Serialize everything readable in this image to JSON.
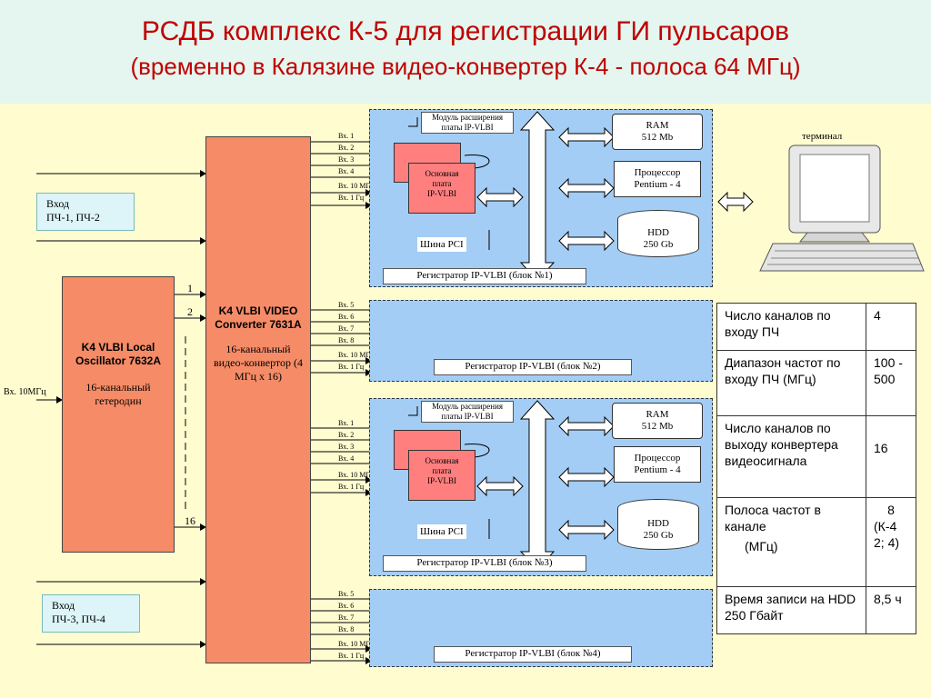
{
  "title": "РСДБ комплекс К-5 для регистрации ГИ пульсаров",
  "subtitle": "(временно в Калязине видео-конвертер К-4 - полоса 64 МГц)",
  "input_top": {
    "line1": "Вход",
    "line2": "ПЧ-1, ПЧ-2"
  },
  "input_bottom": {
    "line1": "Вход",
    "line2": "ПЧ-3, ПЧ-4"
  },
  "oscillator": {
    "name": "K4 VLBI Local Oscillator 7632A",
    "desc": "16-канальный гетеродин",
    "in_label": "Вх. 10МГц"
  },
  "converter": {
    "name": "K4 VLBI VIDEO Converter 7631A",
    "desc": "16-канальный видео-конвертор (4 МГц х 16)",
    "ch1": "1",
    "ch2": "2",
    "ch16": "16"
  },
  "inputs_a": [
    "Вх. 1",
    "Вх. 2",
    "Вх. 3",
    "Вх. 4",
    "Вх. 10 МГц",
    "Вх. 1 Гц"
  ],
  "inputs_b": [
    "Вх. 5",
    "Вх. 6",
    "Вх. 7",
    "Вх. 8",
    "Вх. 10 МГц",
    "Вх. 1 Гц"
  ],
  "module": {
    "line1": "Модуль расширения",
    "line2": "платы IP-VLBI"
  },
  "mainboard": {
    "line1": "Основная",
    "line2": "плата",
    "line3": "IP-VLBI"
  },
  "ram": {
    "line1": "RAM",
    "line2": "512 Mb"
  },
  "cpu": {
    "line1": "Процессор",
    "line2": "Pentium - 4"
  },
  "hdd": {
    "line1": "HDD",
    "line2": "250 Gb"
  },
  "pci": "Шина PCI",
  "registrars": [
    "Регистратор IP-VLBI (блок №1)",
    "Регистратор IP-VLBI (блок №2)",
    "Регистратор IP-VLBI (блок №3)",
    "Регистратор IP-VLBI (блок №4)"
  ],
  "terminal": "терминал",
  "spec": [
    {
      "param": "Число каналов по входу ПЧ",
      "value": "4"
    },
    {
      "param": "Диапазон частот по входу ПЧ (МГц)",
      "value": "100 - 500"
    },
    {
      "param": "Число каналов по выходу конвертера видеосигнала",
      "value": "16"
    },
    {
      "param": "Полоса частот в канале",
      "param2": "(МГц)",
      "value": "8",
      "value2": "(К-4 2; 4)"
    },
    {
      "param": "Время записи на HDD 250 Гбайт",
      "value": "8,5 ч"
    }
  ]
}
